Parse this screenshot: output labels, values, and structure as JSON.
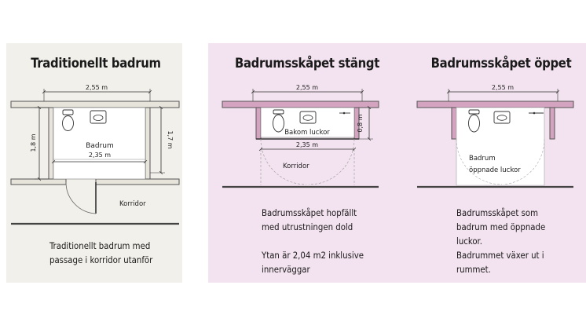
{
  "panels": {
    "traditional": {
      "title": "Traditionellt badrum",
      "caption": [
        "Traditionellt badrum med",
        "passage i korridor utanför"
      ],
      "labels": {
        "width_outer": "2,55 m",
        "room": "Badrum",
        "width_inner": "2,35 m",
        "height_left": "1,8 m",
        "height_right": "1,7 m",
        "corridor": "Korridor"
      }
    },
    "closed": {
      "title": "Badrumsskåpet stängt",
      "caption": [
        "Badrumsskåpet hopfällt",
        "med utrustningen dold",
        "",
        "Ytan är 2,04 m2 inklusive",
        "innerväggar"
      ],
      "labels": {
        "width_outer": "2,55 m",
        "depth": "0,8 m",
        "behind": "Bakom luckor",
        "width_inner": "2,35 m",
        "corridor": "Korridor"
      }
    },
    "open": {
      "title": "Badrumsskåpet öppet",
      "caption": [
        "Badrumsskåpet som",
        "badrum med öppnade",
        "luckor.",
        "Badrummet växer ut i",
        "rummet."
      ],
      "labels": {
        "width_outer": "2,55 m",
        "room": "Badrum",
        "open_doors": "öppnade luckor"
      }
    }
  },
  "colors": {
    "panel_left_bg": "#f2f0ea",
    "panel_right_bg": "#f3e2ef",
    "wall_fill": "#d4a3c0",
    "line": "#555555"
  }
}
